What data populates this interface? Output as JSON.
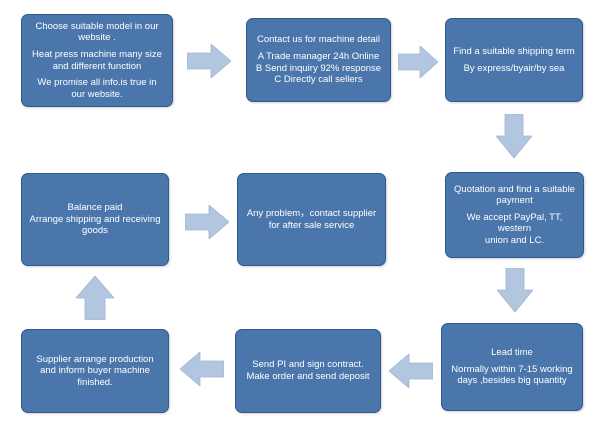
{
  "colors": {
    "box_fill": "#4a76ac",
    "box_border": "#2f5a8c",
    "box_text": "#ffffff",
    "arrow_fill": "#b3c6e0",
    "background": "#ffffff"
  },
  "boxes": {
    "choose_model": {
      "line1": "Choose suitable model  in our",
      "line2": "website .",
      "line3": "Heat press machine many size",
      "line4": "and different function",
      "line5": "We promise all info.is true in",
      "line6": "our website."
    },
    "contact": {
      "line1": "Contact us for machine detail",
      "line2": "A  Trade manager 24h Online",
      "line3": "B  Send inquiry 92% response",
      "line4": "C  Directly call sellers"
    },
    "shipping_term": {
      "line1": "Find a suitable shipping term",
      "line2": "By express/byair/by sea"
    },
    "quotation": {
      "line1": "Quotation and find a suitable",
      "line2": "payment",
      "line3": "We accept PayPal, TT, western",
      "line4": "union and LC."
    },
    "lead_time": {
      "line1": "Lead time",
      "line2": "Normally  within 7-15 working",
      "line3": "days ,besides big quantity"
    },
    "send_pi": {
      "line1": "Send PI and sign contract.",
      "line2": "Make order and send deposit"
    },
    "production": {
      "line1": "Supplier arrange production",
      "line2": "and inform buyer machine",
      "line3": "finished."
    },
    "balance": {
      "line1": "Balance paid",
      "line2": "Arrange shipping and receiving",
      "line3": "goods"
    },
    "problem": {
      "line1": "Any problem，contact supplier",
      "line2": "for after sale service"
    }
  }
}
